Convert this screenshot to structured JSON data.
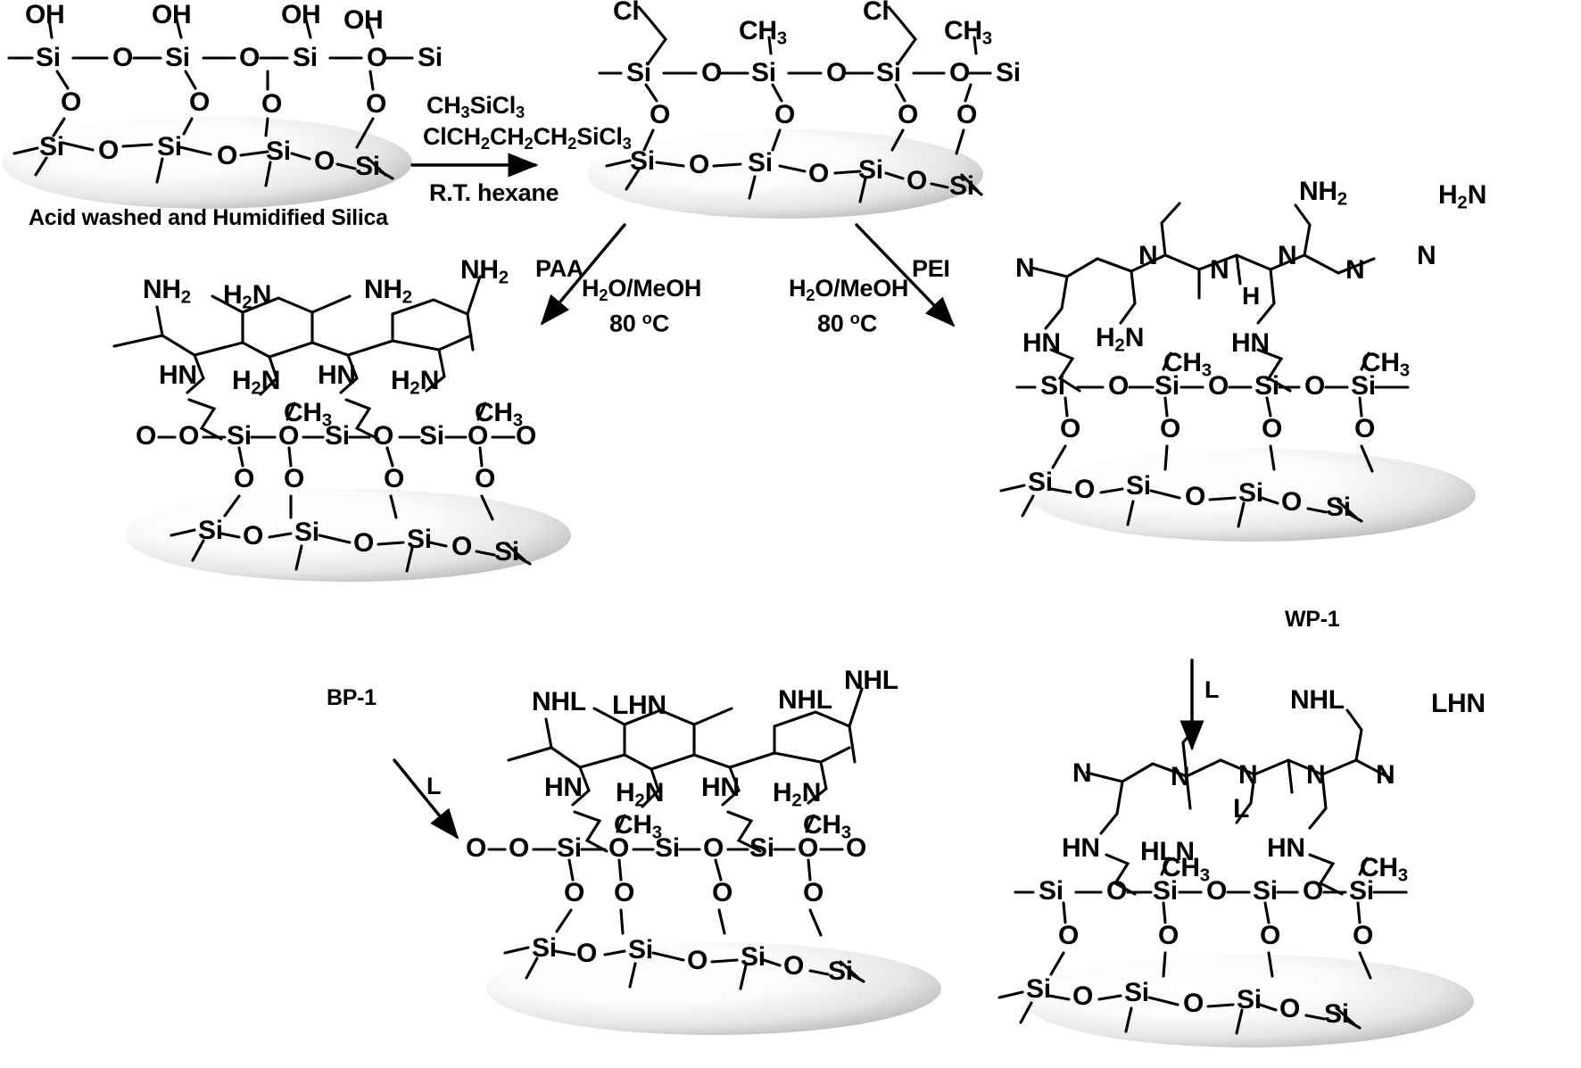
{
  "figure": {
    "type": "reaction-scheme",
    "title_text": "Acid washed and Humidified Silica",
    "description": "Synthesis scheme for amine-functionalized silica: chlorosilane grafting then PAA or PEI grafting, followed by ligand L attachment"
  },
  "captions": {
    "start_material": "Acid washed and Humidified Silica",
    "bp1": "BP-1",
    "wp1": "WP-1"
  },
  "reagents": {
    "step1_line1_pre": "CH",
    "step1_line1_sub1": "3",
    "step1_line1_mid": "SiCl",
    "step1_line1_sub2": "3",
    "step1_line1": "CH3SiCl3",
    "step1_line2": "ClCH2CH2CH2SiCl3",
    "step1_conditions": "R.T. hexane",
    "paa_label": "PAA",
    "pei_label": "PEI",
    "solvent": "H2O/MeOH",
    "temperature": "80 ºC",
    "ligand_label": "L"
  },
  "atoms": {
    "silicon": "Si",
    "oxygen": "O",
    "hydroxyl": "OH",
    "chlorine": "Cl",
    "methyl": "CH3",
    "nitrogen": "N",
    "amine_nh2": "NH2",
    "amine_h2n": "H2N",
    "amine_hn": "HN",
    "amine_nh": "NH",
    "amide_h": "H",
    "nhl": "NHL",
    "lhn": "LHN",
    "hln": "HLN",
    "ligand": "L"
  },
  "colors": {
    "stroke": "#000000",
    "background": "#ffffff",
    "particle_light": "#ffffff",
    "particle_mid": "#e2e2e2",
    "particle_dark": "#9a9a9a"
  },
  "panels": [
    {
      "id": "panel-start",
      "name": "acid-washed-silica",
      "caption": "Acid washed and Humidified Silica",
      "surface_groups": [
        "OH",
        "OH",
        "OH",
        "OH"
      ],
      "backbone": [
        "Si",
        "O",
        "Si",
        "O",
        "Si",
        "O",
        "Si"
      ]
    },
    {
      "id": "panel-chlorosilane",
      "name": "chloropropyl-methyl-silica",
      "caption": "",
      "surface_groups": [
        "Cl",
        "CH3",
        "Cl",
        "CH3"
      ],
      "backbone": [
        "Si",
        "O",
        "Si",
        "O",
        "Si",
        "O",
        "Si"
      ]
    },
    {
      "id": "panel-bp1",
      "name": "bp-1-polyallylamine-silica",
      "caption": "BP-1",
      "surface_groups": [
        "NH2",
        "H2N",
        "NH2",
        "NH2",
        "HN",
        "H2N",
        "HN",
        "H2N",
        "CH3",
        "CH3"
      ],
      "backbone": [
        "O",
        "Si",
        "O",
        "Si",
        "O",
        "Si",
        "O",
        "Si",
        "O"
      ]
    },
    {
      "id": "panel-wp1",
      "name": "wp-1-polyethyleneimine-silica",
      "caption": "WP-1",
      "surface_groups": [
        "NH2",
        "H2N",
        "N",
        "N",
        "N",
        "H",
        "N",
        "N",
        "HN",
        "H2N",
        "HN",
        "CH3",
        "CH3"
      ],
      "backbone": [
        "Si",
        "O",
        "Si",
        "O",
        "Si",
        "O",
        "Si"
      ]
    },
    {
      "id": "panel-bp1-L",
      "name": "bp-1-ligand-loaded",
      "caption": "",
      "surface_groups": [
        "NHL",
        "LHN",
        "NHL",
        "NHL",
        "HN",
        "H2N",
        "HN",
        "H2N",
        "CH3",
        "CH3"
      ],
      "backbone": [
        "O",
        "Si",
        "O",
        "Si",
        "O",
        "Si",
        "O",
        "Si",
        "O"
      ]
    },
    {
      "id": "panel-wp1-L",
      "name": "wp-1-ligand-loaded",
      "caption": "",
      "surface_groups": [
        "NHL",
        "LHN",
        "N",
        "N",
        "N",
        "N",
        "L",
        "HN",
        "HLN",
        "HN",
        "CH3",
        "CH3"
      ],
      "backbone": [
        "Si",
        "O",
        "Si",
        "O",
        "Si",
        "O",
        "Si"
      ]
    }
  ],
  "arrows": [
    {
      "name": "arrow-step1",
      "label_above": "CH3SiCl3 / ClCH2CH2CH2SiCl3",
      "label_below": "R.T. hexane",
      "direction": "right"
    },
    {
      "name": "arrow-paa",
      "label": "PAA",
      "conditions": "H2O/MeOH 80 ºC",
      "direction": "down-left"
    },
    {
      "name": "arrow-pei",
      "label": "PEI",
      "conditions": "H2O/MeOH 80 ºC",
      "direction": "down-right"
    },
    {
      "name": "arrow-bp1-ligand",
      "label": "L",
      "direction": "down-right"
    },
    {
      "name": "arrow-wp1-ligand",
      "label": "L",
      "direction": "down"
    }
  ]
}
